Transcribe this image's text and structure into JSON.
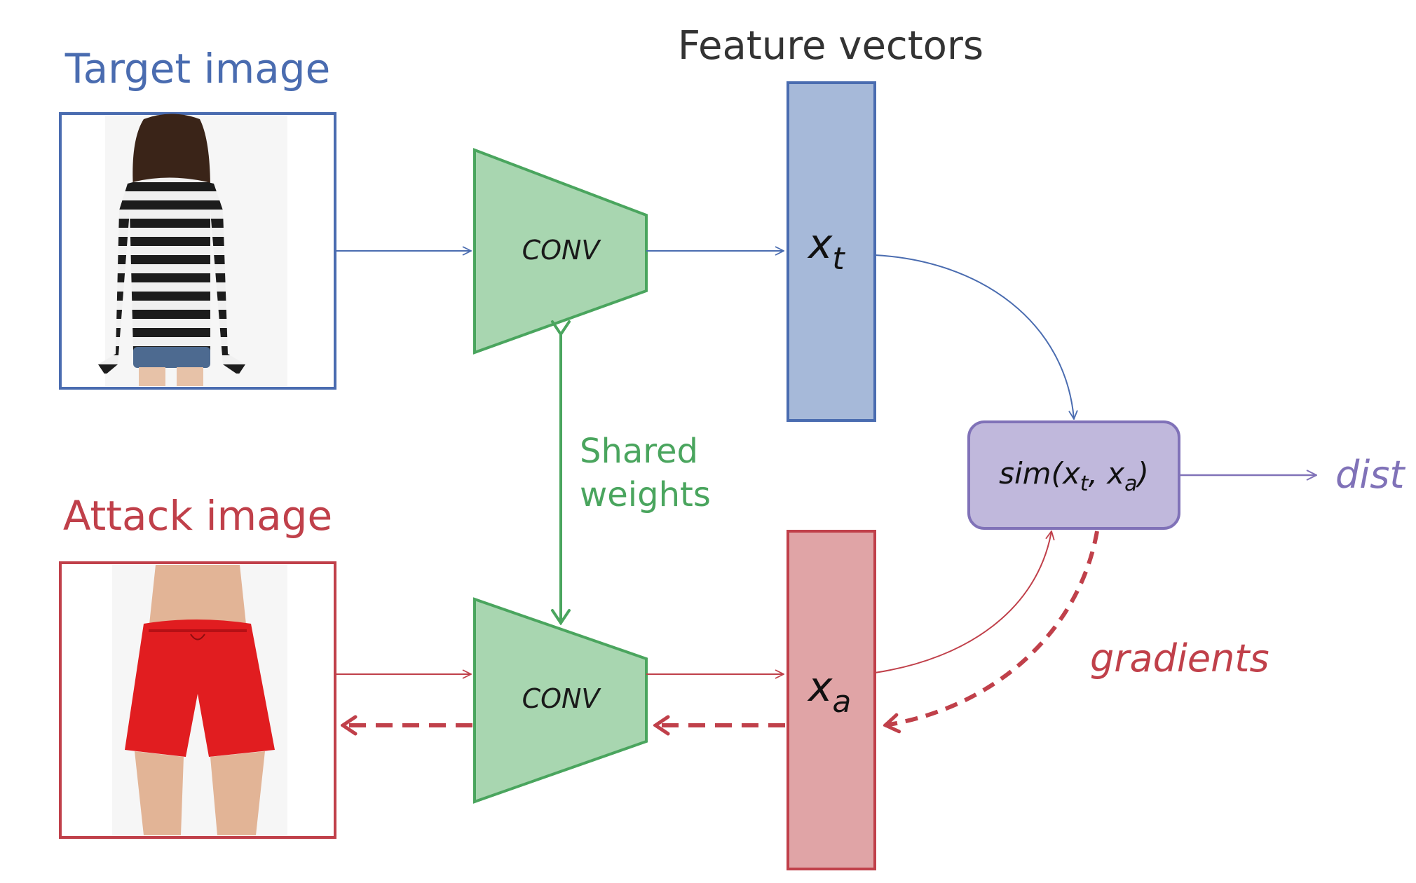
{
  "colors": {
    "blue": "#4a6cb0",
    "blue_fill": "#a6b9d9",
    "red": "#c0404a",
    "red_fill": "#e0a4a6",
    "green": "#4aa55e",
    "green_fill": "#a8d6b0",
    "purple": "#8072b8",
    "purple_fill": "#c0b8dc",
    "text_dark": "#333333"
  },
  "labels": {
    "feature_vectors": "Feature vectors",
    "target_image": "Target image",
    "attack_image": "Attack image",
    "conv": "CONV",
    "shared_weights_line1": "Shared",
    "shared_weights_line2": "weights",
    "x_base": "x",
    "sub_t": "t",
    "sub_a": "a",
    "sim_prefix": "sim(",
    "sim_comma": ", ",
    "sim_close": ")",
    "dist": "dist",
    "gradients": "gradients"
  },
  "images": {
    "target_icon": "striped-shirt-back-photo",
    "attack_icon": "red-shorts-photo"
  }
}
